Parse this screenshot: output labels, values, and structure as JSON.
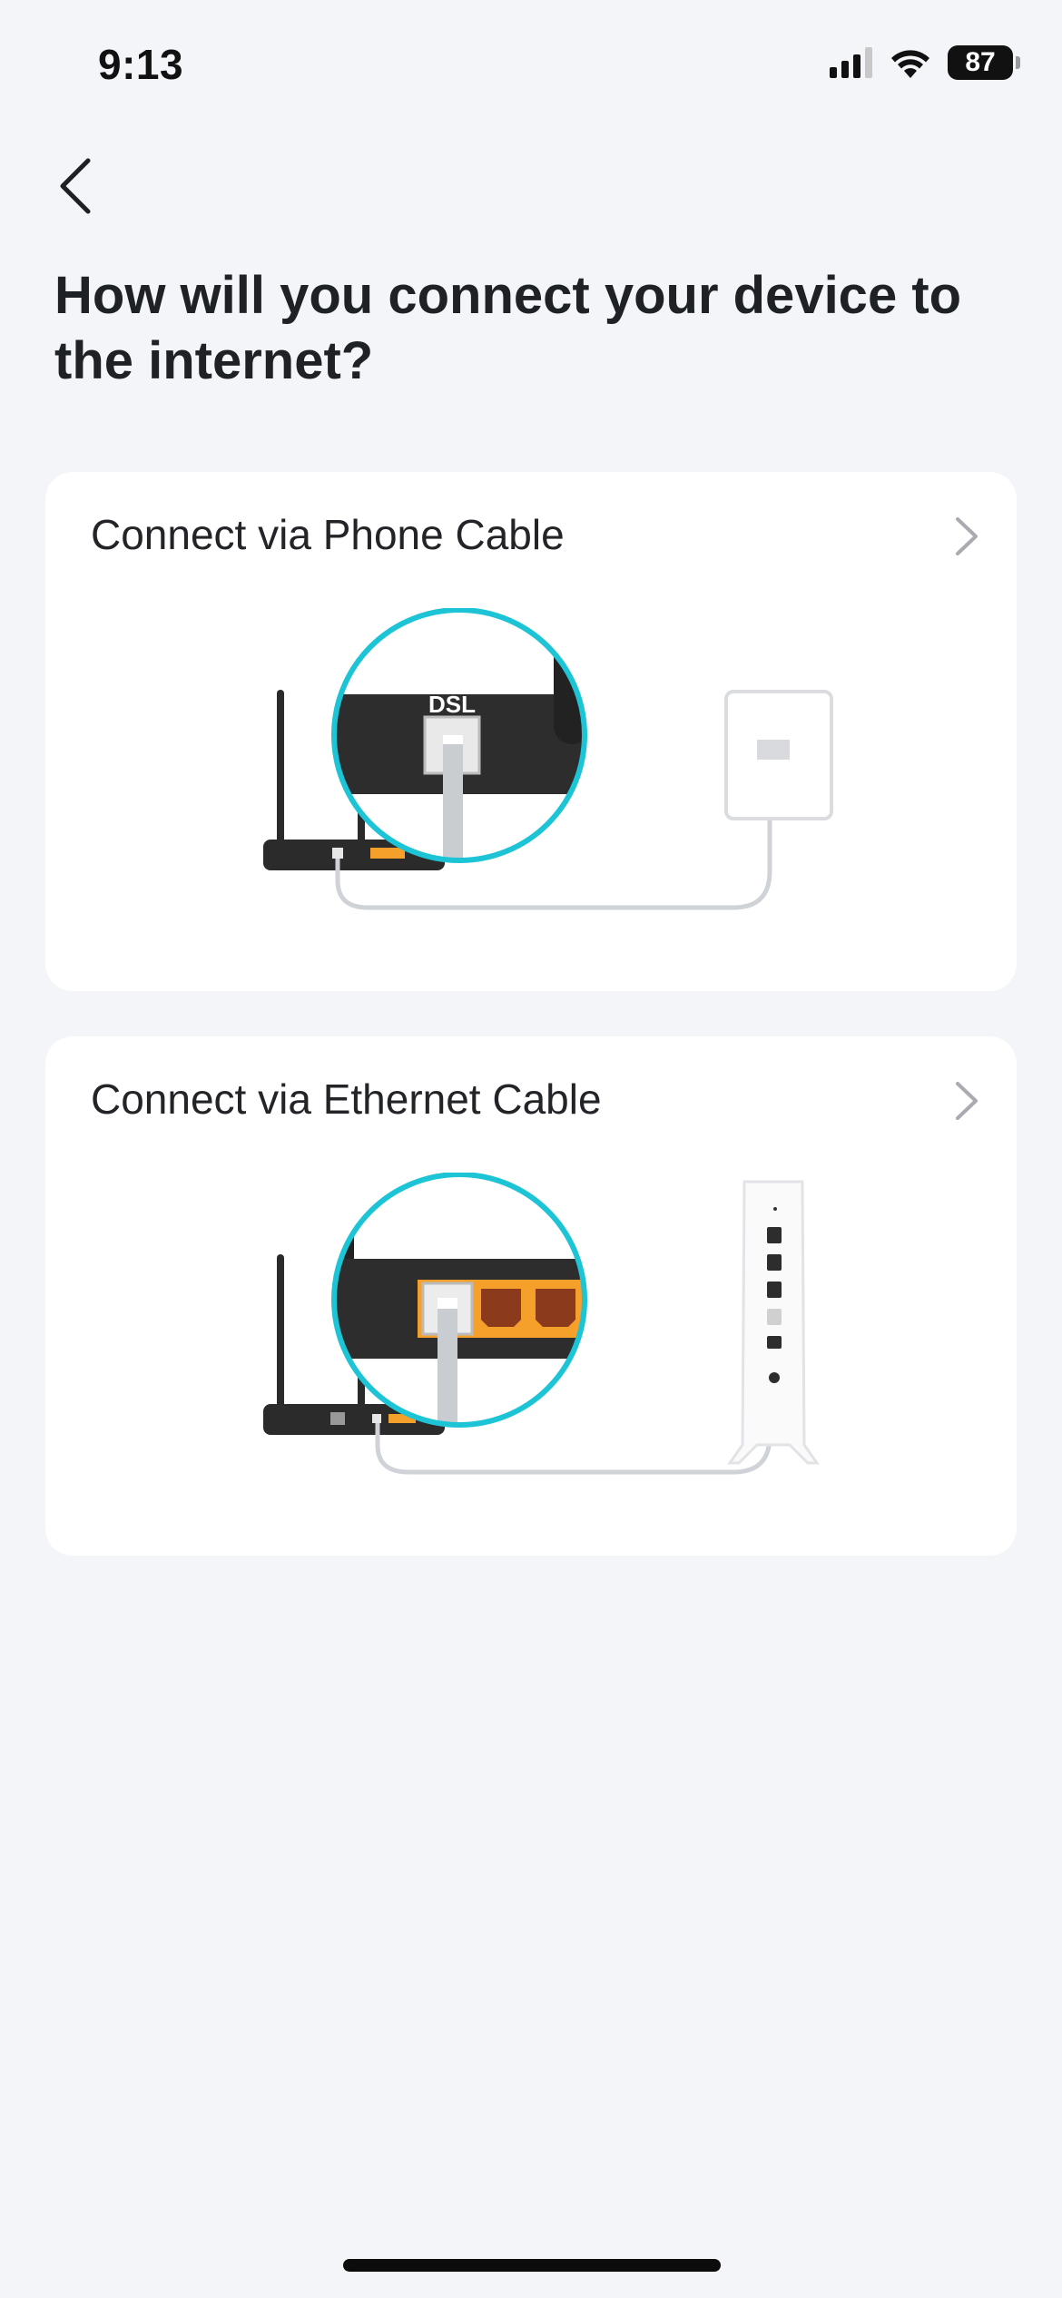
{
  "status_bar": {
    "time": "9:13",
    "battery": "87",
    "icons": [
      "signal-icon",
      "wifi-icon",
      "battery-icon"
    ]
  },
  "nav": {
    "back_icon": "chevron-left-icon"
  },
  "title": "How will you connect your device to the internet?",
  "options": [
    {
      "label": "Connect via Phone Cable",
      "port_label": "DSL",
      "chevron_icon": "chevron-right-icon"
    },
    {
      "label": "Connect via Ethernet Cable",
      "chevron_icon": "chevron-right-icon"
    }
  ],
  "colors": {
    "background": "#f4f5f9",
    "card": "#ffffff",
    "accent_cyan": "#1cc4d6",
    "router_body": "#2b2b2b",
    "port_orange": "#f5a02a"
  }
}
